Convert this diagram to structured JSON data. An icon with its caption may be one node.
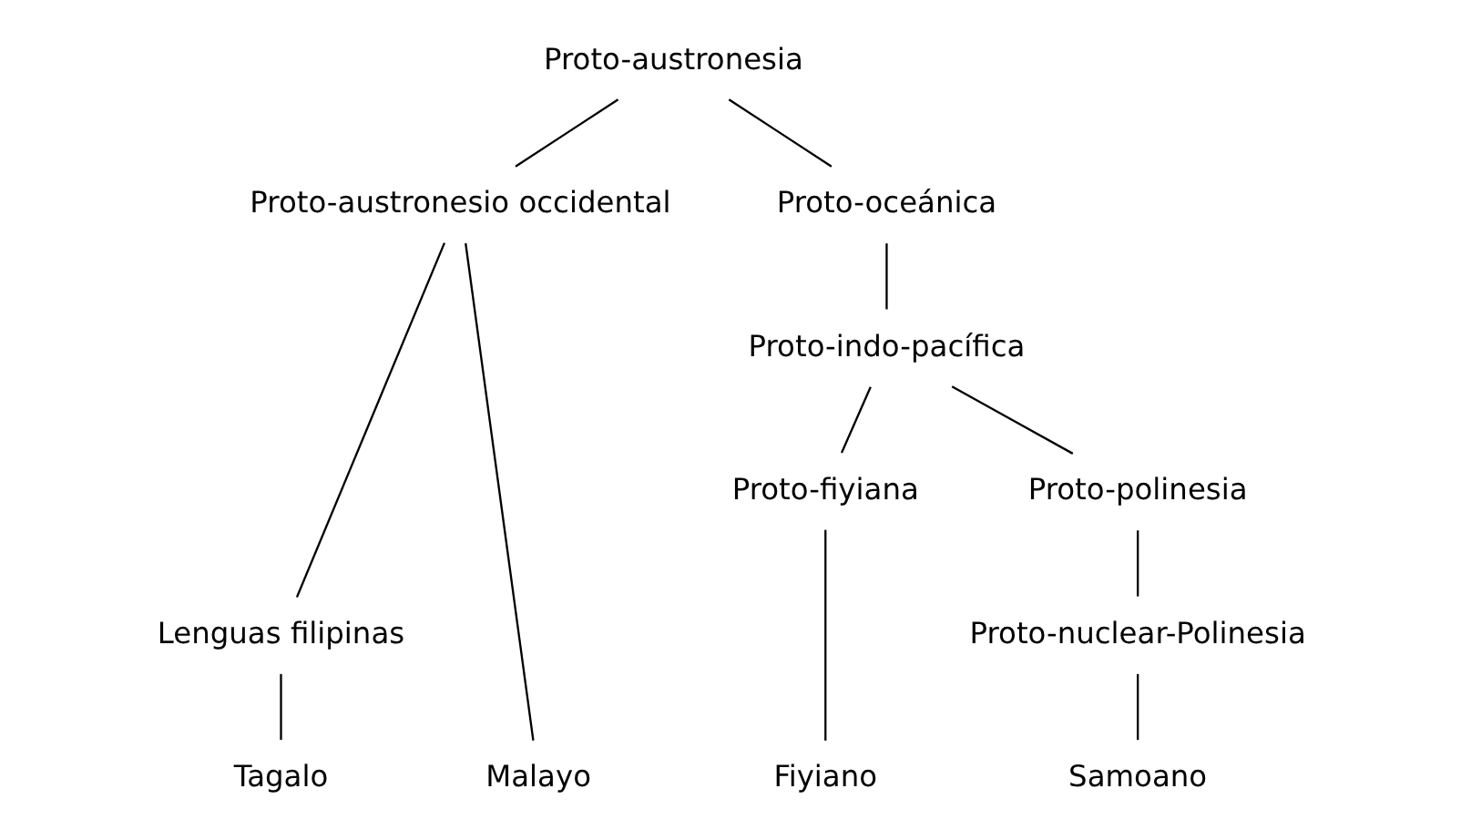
{
  "diagram": {
    "nodes": [
      {
        "text": [
          "Proto-austronesia"
        ]
      },
      {
        "text": [
          "Proto-austronesio occidental"
        ]
      },
      {
        "text": [
          "Proto-oceánica"
        ]
      },
      {
        "text": [
          "Proto-indo-pacífica"
        ]
      },
      {
        "text": [
          "Lenguas filipinas"
        ]
      },
      {
        "text": [
          "Proto-fiyiana"
        ]
      },
      {
        "text": [
          "Proto-polinesia"
        ]
      },
      {
        "text": [
          "Proto-nuclear-Polinesia"
        ]
      },
      {
        "text": [
          "Malayo"
        ]
      },
      {
        "text": [
          "Tagalo"
        ]
      },
      {
        "text": [
          "Fiyiano"
        ]
      },
      {
        "text": [
          "Samoano"
        ]
      }
    ],
    "edges": [
      {
        "from": 0,
        "to": 1,
        "arrow": "none"
      },
      {
        "from": 0,
        "to": 2,
        "arrow": "none"
      },
      {
        "from": 2,
        "to": 3,
        "arrow": "none"
      },
      {
        "from": 1,
        "to": 8,
        "arrow": "none"
      },
      {
        "from": 1,
        "to": 4,
        "arrow": "none"
      },
      {
        "from": 4,
        "to": 9,
        "arrow": "none"
      },
      {
        "from": 3,
        "to": 5,
        "arrow": "none"
      },
      {
        "from": 3,
        "to": 6,
        "arrow": "none"
      },
      {
        "from": 5,
        "to": 10,
        "arrow": "none"
      },
      {
        "from": 6,
        "to": 7,
        "arrow": "none"
      },
      {
        "from": 7,
        "to": 11,
        "arrow": "none"
      }
    ]
  }
}
